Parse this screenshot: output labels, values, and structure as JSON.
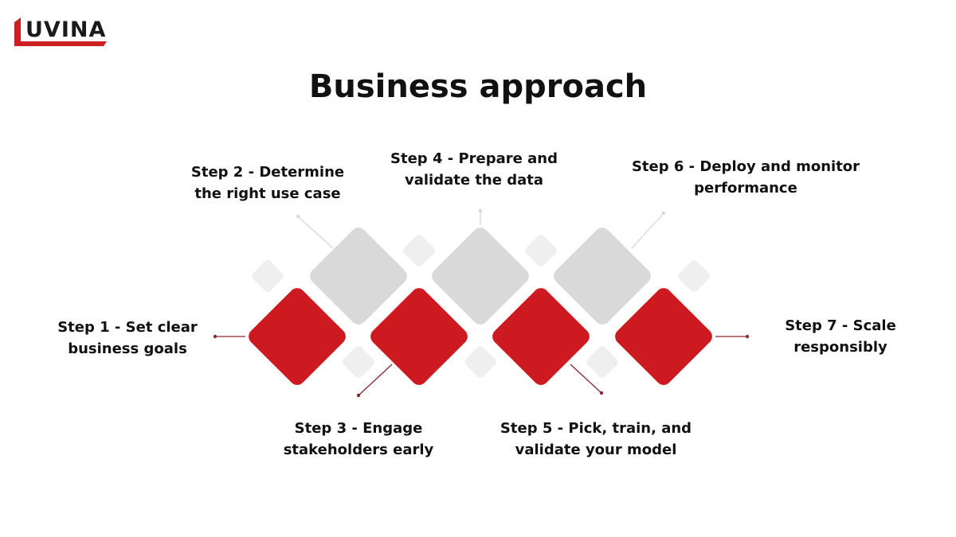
{
  "logo": {
    "text": "UVINA",
    "brand_color": "#cc1f24"
  },
  "title": "Business approach",
  "steps": [
    {
      "line1": "Step 1 - Set clear",
      "line2": "business goals"
    },
    {
      "line1": "Step 2 - Determine",
      "line2": "the right use case"
    },
    {
      "line1": "Step 3 - Engage",
      "line2": "stakeholders early"
    },
    {
      "line1": "Step 4 - Prepare and",
      "line2": "validate the data"
    },
    {
      "line1": "Step 5 - Pick, train, and",
      "line2": "validate your model"
    },
    {
      "line1": "Step 6 - Deploy and monitor",
      "line2": "performance"
    },
    {
      "line1": "Step 7 - Scale",
      "line2": "responsibly"
    }
  ],
  "colors": {
    "red": "#cc1a20",
    "gray": "#d9d9d9",
    "light": "#efefef",
    "line_red": "#8a2a32",
    "line_gray": "#d8d8d8"
  }
}
